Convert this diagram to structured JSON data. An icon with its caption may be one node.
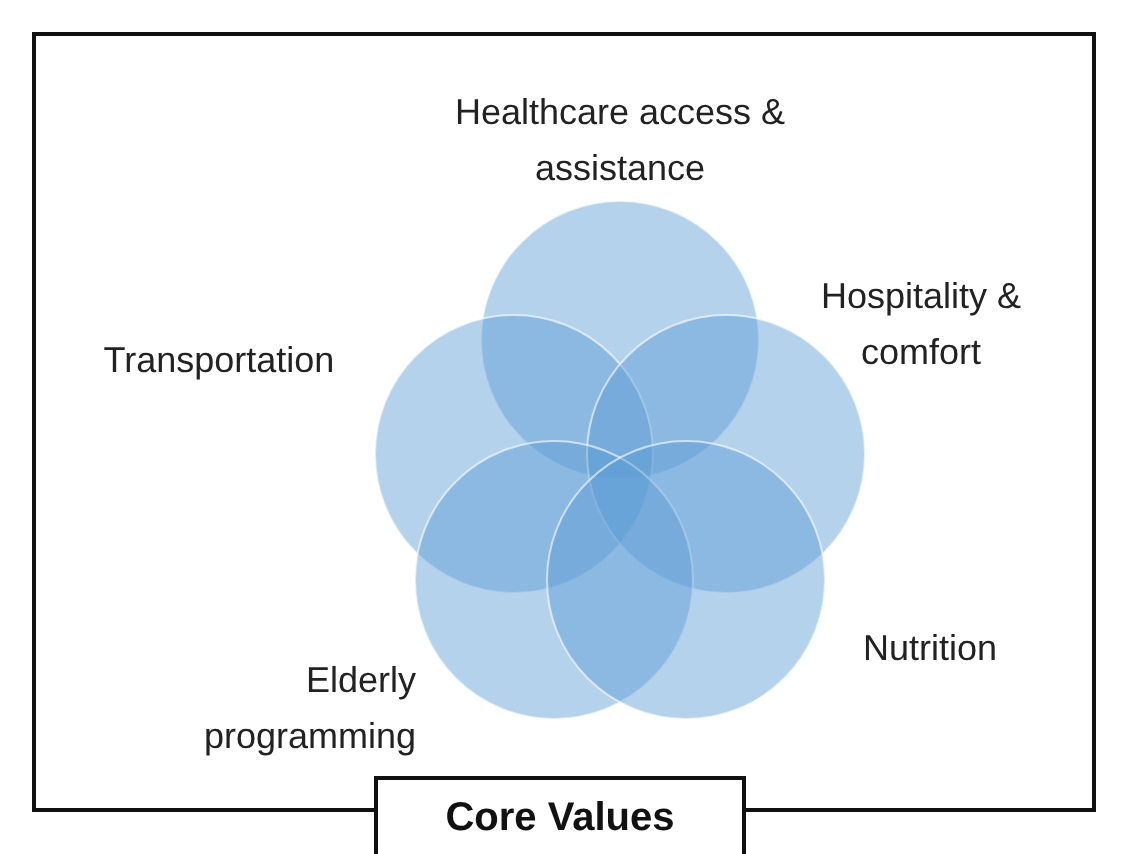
{
  "diagram": {
    "nodes": [
      {
        "text": [],
        "shape": "circle"
      },
      {
        "text": [],
        "shape": "circle"
      },
      {
        "text": [],
        "shape": "circle"
      },
      {
        "text": [],
        "shape": "circle"
      },
      {
        "text": [],
        "shape": "circle"
      },
      {
        "text": [
          "Core Values"
        ]
      }
    ],
    "edges": [],
    "labels": [
      "Healthcare access & assistance",
      "Hospitality & comfort",
      "Transportation",
      "Nutrition",
      "Elderly programming"
    ]
  }
}
